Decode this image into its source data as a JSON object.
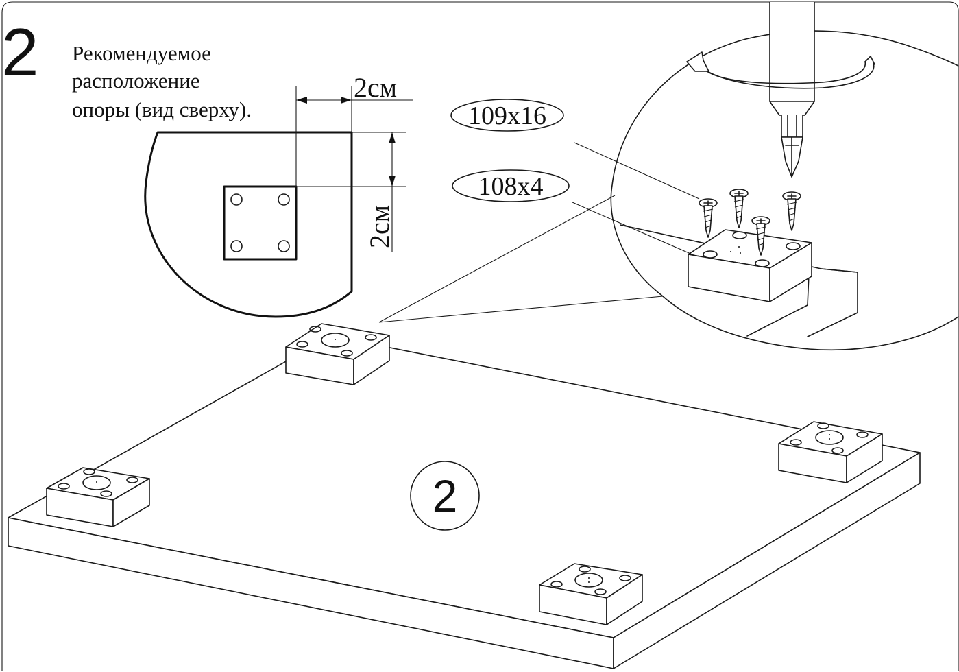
{
  "step": {
    "number": "2"
  },
  "note": {
    "lines": [
      "Рекомендуемое",
      "расположение",
      "опоры (вид сверху)."
    ]
  },
  "dimensions": {
    "horizontal": "2см",
    "vertical": "2см"
  },
  "parts": {
    "screw_code": "109x16",
    "support_code": "108x4"
  },
  "panel": {
    "number": "2"
  },
  "icons": [
    "rotation-arrow-icon",
    "screwdriver-icon",
    "screw-icon",
    "support-block-icon"
  ],
  "colors": {
    "ink": "#111111",
    "paper": "#ffffff"
  }
}
